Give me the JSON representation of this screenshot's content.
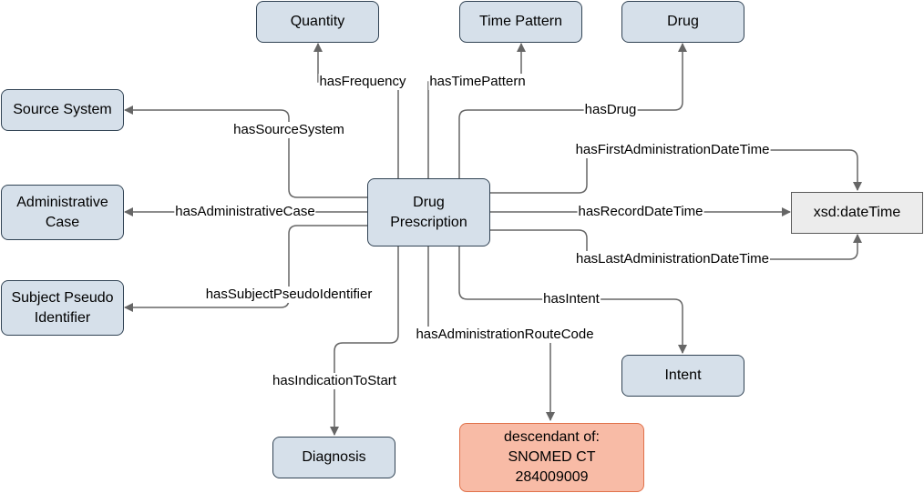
{
  "nodes": {
    "quantity": "Quantity",
    "time_pattern": "Time Pattern",
    "drug": "Drug",
    "source_system": "Source System",
    "administrative_case": "Administrative\nCase",
    "subject_pseudo_identifier": "Subject Pseudo\nIdentifier",
    "drug_prescription": "Drug\nPrescription",
    "xsd_datetime": "xsd:dateTime",
    "intent": "Intent",
    "diagnosis": "Diagnosis",
    "snomed": "descendant of:\nSNOMED CT\n284009009"
  },
  "edges": {
    "has_frequency": "hasFrequency",
    "has_time_pattern": "hasTimePattern",
    "has_drug": "hasDrug",
    "has_source_system": "hasSourceSystem",
    "has_first_administration_date_time": "hasFirstAdministrationDateTime",
    "has_administrative_case": "hasAdministrativeCase",
    "has_record_date_time": "hasRecordDateTime",
    "has_last_administration_date_time": "hasLastAdministrationDateTime",
    "has_subject_pseudo_identifier": "hasSubjectPseudoIdentifier",
    "has_intent": "hasIntent",
    "has_administration_route_code": "hasAdministrationRouteCode",
    "has_indication_to_start": "hasIndicationToStart"
  },
  "colors": {
    "class_fill": "#d6e0ea",
    "class_stroke": "#314354",
    "literal_fill": "#ececec",
    "code_fill": "#f8bba6",
    "code_stroke": "#e0714a",
    "edge": "#666666"
  }
}
